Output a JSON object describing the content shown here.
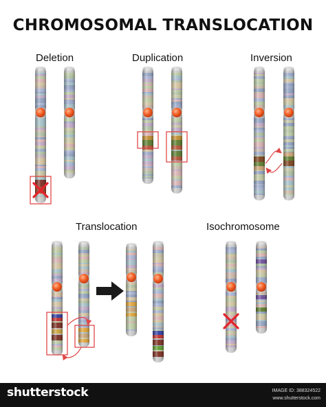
{
  "title": "CHROMOSOMAL TRANSLOCATION",
  "panels": {
    "deletion": "Deletion",
    "duplication": "Duplication",
    "inversion": "Inversion",
    "translocation": "Translocation",
    "isochromosome": "Isochromosome"
  },
  "footer": {
    "brand": "shutterstock",
    "image_id": "IMAGE ID: 388324522",
    "site": "www.shutterstock.com"
  },
  "colors": {
    "centromere": "#f05a22",
    "highlight_box": "#e04848",
    "cross": "#e4242c",
    "chromosome_base": "#c8c8c8",
    "footer_bg": "#111111"
  }
}
